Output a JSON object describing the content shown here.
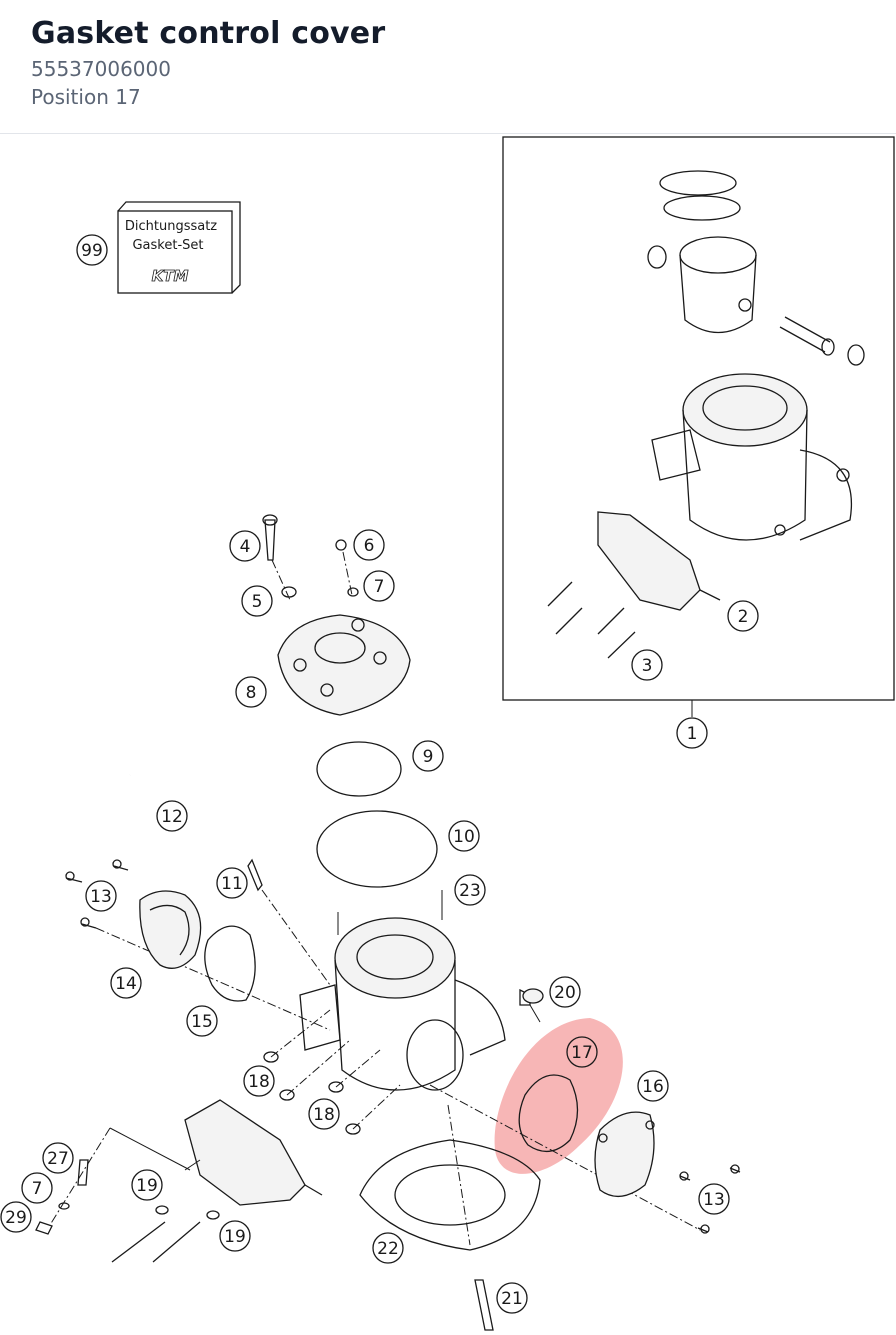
{
  "header": {
    "title": "Gasket control cover",
    "part_number": "55537006000",
    "position": "Position 17"
  },
  "diagram": {
    "highlight_color": "#f07a7a",
    "highlighted_callout": "17",
    "gasket_box": {
      "line1": "Dichtungssatz",
      "line2": "Gasket-Set",
      "logo": "KTM"
    },
    "callouts": [
      "99",
      "4",
      "6",
      "5",
      "7",
      "8",
      "2",
      "3",
      "1",
      "9",
      "10",
      "12",
      "11",
      "13",
      "23",
      "14",
      "15",
      "20",
      "17",
      "16",
      "18",
      "18",
      "27",
      "19",
      "7",
      "29",
      "19",
      "22",
      "13",
      "21"
    ]
  }
}
